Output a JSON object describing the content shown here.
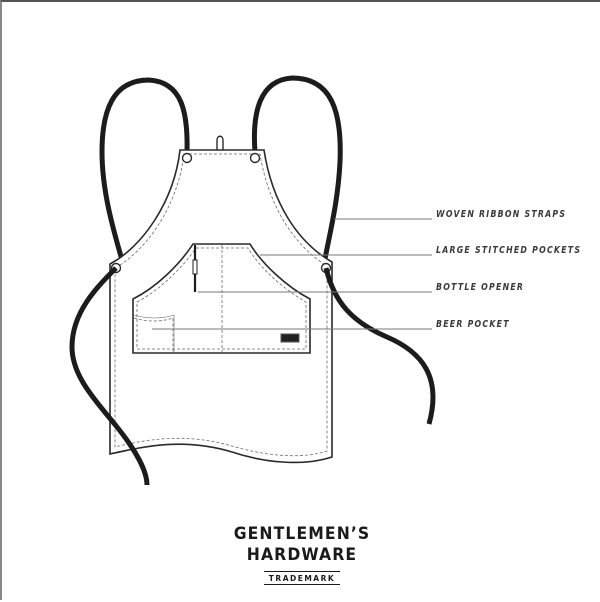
{
  "callouts": [
    {
      "id": "woven-ribbon-straps",
      "label": "WOVEN RIBBON STRAPS"
    },
    {
      "id": "large-stitched-pockets",
      "label": "LARGE STITCHED POCKETS"
    },
    {
      "id": "bottle-opener",
      "label": "BOTTLE OPENER"
    },
    {
      "id": "beer-pocket",
      "label": "BEER POCKET"
    }
  ],
  "brand": {
    "line1": "GENTLEMEN’S",
    "line2": "HARDWARE",
    "tagline": "TRADEMARK"
  },
  "colors": {
    "strap": "#1c1c1c",
    "outline": "#2a2a2a",
    "stitch": "#6a6a6a",
    "leader": "#7a7a7a",
    "background": "#ffffff"
  }
}
